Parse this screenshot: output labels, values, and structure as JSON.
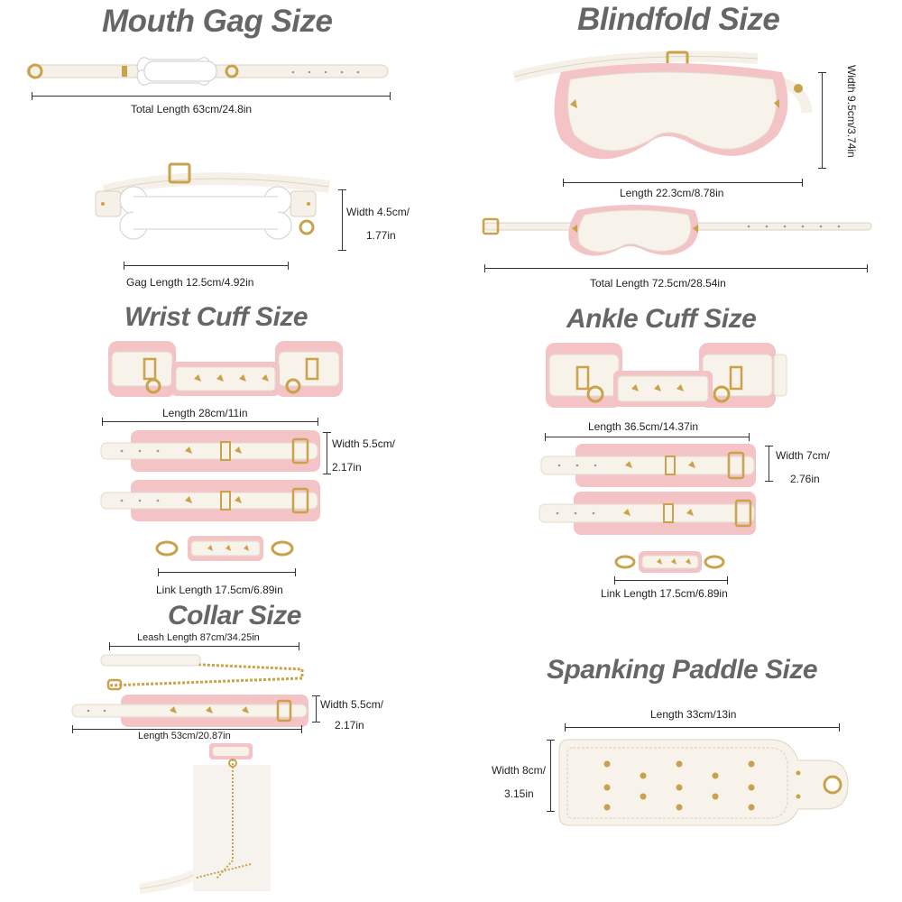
{
  "sections": {
    "mouth_gag": {
      "title": "Mouth Gag Size",
      "total_length": "Total Length 63cm/24.8in",
      "width_line1": "Width 4.5cm/",
      "width_line2": "1.77in",
      "gag_length": "Gag Length 12.5cm/4.92in"
    },
    "blindfold": {
      "title": "Blindfold Size",
      "width": "Width 9.5cm/3.74in",
      "length": "Length 22.3cm/8.78in",
      "total_length": "Total Length 72.5cm/28.54in"
    },
    "wrist_cuff": {
      "title": "Wrist Cuff Size",
      "length": "Length 28cm/11in",
      "width_line1": "Width 5.5cm/",
      "width_line2": "2.17in",
      "link_length": "Link Length 17.5cm/6.89in"
    },
    "ankle_cuff": {
      "title": "Ankle Cuff Size",
      "length": "Length 36.5cm/14.37in",
      "width_line1": "Width 7cm/",
      "width_line2": "2.76in",
      "link_length": "Link Length 17.5cm/6.89in"
    },
    "collar": {
      "title": "Collar Size",
      "leash_length": "Leash Length 87cm/34.25in",
      "width_line1": "Width 5.5cm/",
      "width_line2": "2.17in",
      "length": "Length 53cm/20.87in"
    },
    "paddle": {
      "title": "Spanking Paddle Size",
      "length": "Length 33cm/13in",
      "width_line1": "Width 8cm/",
      "width_line2": "3.15in"
    }
  },
  "colors": {
    "leather": "#f6f1e8",
    "ruffle": "#f2bfc2",
    "gold": "#c9a24a",
    "title": "#666666"
  }
}
